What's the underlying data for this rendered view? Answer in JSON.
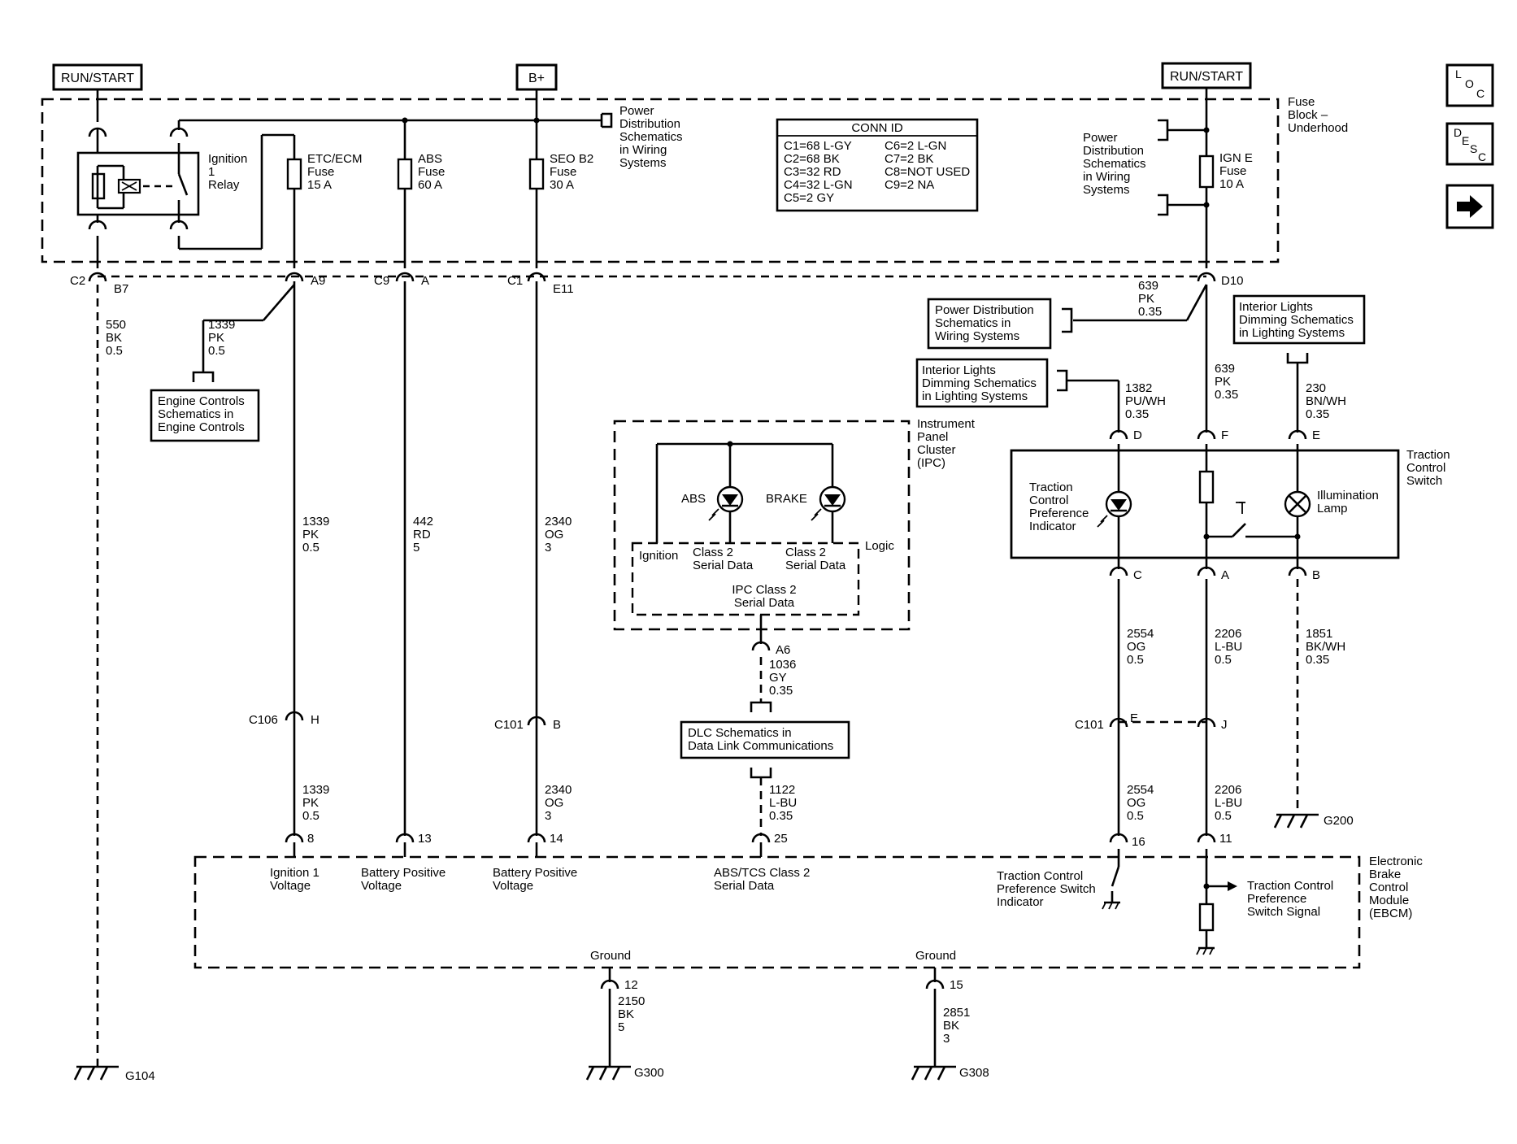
{
  "power": {
    "run_start_left": "RUN/START",
    "b_plus": "B+",
    "run_start_right": "RUN/START"
  },
  "fuse_block": {
    "label": [
      "Fuse",
      "Block –",
      "Underhood"
    ],
    "power_dist_top": [
      "Power",
      "Distribution",
      "Schematics",
      "in Wiring",
      "Systems"
    ],
    "power_dist_right": [
      "Power",
      "Distribution",
      "Schematics",
      "in Wiring",
      "Systems"
    ],
    "relay": [
      "Ignition",
      "1",
      "Relay"
    ],
    "fuse_etc": [
      "ETC/ECM",
      "Fuse",
      "15 A"
    ],
    "fuse_abs": [
      "ABS",
      "Fuse",
      "60 A"
    ],
    "fuse_seo": [
      "SEO B2",
      "Fuse",
      "30 A"
    ],
    "fuse_ign": [
      "IGN E",
      "Fuse",
      "10 A"
    ]
  },
  "conn_id": {
    "title": "CONN ID",
    "left": [
      "C1=68 L-GY",
      "C2=68 BK",
      "C3=32 RD",
      "C4=32 L-GN",
      "C5=2 GY"
    ],
    "right": [
      "C6=2 L-GN",
      "C7=2 BK",
      "C8=NOT USED",
      "C9=2 NA"
    ]
  },
  "connectors": {
    "c2": "C2",
    "b7": "B7",
    "a9": "A9",
    "c9": "C9",
    "a": "A",
    "c1": "C1",
    "e11": "E11",
    "d10": "D10",
    "c106": "C106",
    "h": "H",
    "c101a": "C101",
    "b": "B",
    "c101b": "C101",
    "e": "E",
    "j": "J",
    "pin8": "8",
    "pin13": "13",
    "pin14": "14",
    "pin25": "25",
    "pin16": "16",
    "pin11": "11",
    "pin12": "12",
    "pin15": "15",
    "a6": "A6",
    "tc_d": "D",
    "tc_f": "F",
    "tc_e": "E",
    "tc_c": "C",
    "tc_a": "A",
    "tc_b": "B"
  },
  "wires": {
    "w550": [
      "550",
      "BK",
      "0.5"
    ],
    "w1339a": [
      "1339",
      "PK",
      "0.5"
    ],
    "w1339b": [
      "1339",
      "PK",
      "0.5"
    ],
    "w1339c": [
      "1339",
      "PK",
      "0.5"
    ],
    "w442": [
      "442",
      "RD",
      "5"
    ],
    "w2340a": [
      "2340",
      "OG",
      "3"
    ],
    "w2340b": [
      "2340",
      "OG",
      "3"
    ],
    "w639a": [
      "639",
      "PK",
      "0.35"
    ],
    "w639b": [
      "639",
      "PK",
      "0.35"
    ],
    "w1382": [
      "1382",
      "PU/WH",
      "0.35"
    ],
    "w230": [
      "230",
      "BN/WH",
      "0.35"
    ],
    "w1036": [
      "1036",
      "GY",
      "0.35"
    ],
    "w1122": [
      "1122",
      "L-BU",
      "0.35"
    ],
    "w2554a": [
      "2554",
      "OG",
      "0.5"
    ],
    "w2554b": [
      "2554",
      "OG",
      "0.5"
    ],
    "w2206a": [
      "2206",
      "L-BU",
      "0.5"
    ],
    "w2206b": [
      "2206",
      "L-BU",
      "0.5"
    ],
    "w1851": [
      "1851",
      "BK/WH",
      "0.35"
    ],
    "w2150": [
      "2150",
      "BK",
      "5"
    ],
    "w2851": [
      "2851",
      "BK",
      "3"
    ]
  },
  "refs": {
    "engine_controls": [
      "Engine Controls",
      "Schematics in",
      "Engine Controls"
    ],
    "power_dist_box": [
      "Power Distribution",
      "Schematics in",
      "Wiring Systems"
    ],
    "interior_lights_a": [
      "Interior Lights",
      "Dimming Schematics",
      "in Lighting Systems"
    ],
    "interior_lights_b": [
      "Interior Lights",
      "Dimming Schematics",
      "in Lighting Systems"
    ],
    "dlc": [
      "DLC Schematics in",
      "Data Link Communications"
    ]
  },
  "ipc": {
    "label": [
      "Instrument",
      "Panel",
      "Cluster",
      "(IPC)"
    ],
    "abs": "ABS",
    "brake": "BRAKE",
    "ignition": "Ignition",
    "class2a": [
      "Class 2",
      "Serial Data"
    ],
    "class2b": [
      "Class 2",
      "Serial Data"
    ],
    "logic": "Logic",
    "ipc_class2": [
      "IPC Class 2",
      "Serial Data"
    ]
  },
  "tcs": {
    "label": [
      "Traction",
      "Control",
      "Switch"
    ],
    "indicator": [
      "Traction",
      "Control",
      "Preference",
      "Indicator"
    ],
    "lamp": [
      "Illumination",
      "Lamp"
    ]
  },
  "ebcm": {
    "label": [
      "Electronic",
      "Brake",
      "Control",
      "Module",
      "(EBCM)"
    ],
    "ign_voltage": [
      "Ignition 1",
      "Voltage"
    ],
    "batt1": [
      "Battery Positive",
      "Voltage"
    ],
    "batt2": [
      "Battery Positive",
      "Voltage"
    ],
    "serial": [
      "ABS/TCS Class 2",
      "Serial Data"
    ],
    "tc_indicator": [
      "Traction Control",
      "Preference Switch",
      "Indicator"
    ],
    "tc_signal": [
      "Traction Control",
      "Preference",
      "Switch Signal"
    ],
    "ground1": "Ground",
    "ground2": "Ground"
  },
  "grounds": {
    "g104": "G104",
    "g300": "G300",
    "g308": "G308",
    "g200": "G200"
  },
  "nav": {
    "loc": [
      "L",
      "O",
      "C"
    ],
    "desc": [
      "D",
      "E",
      "S",
      "C"
    ]
  }
}
